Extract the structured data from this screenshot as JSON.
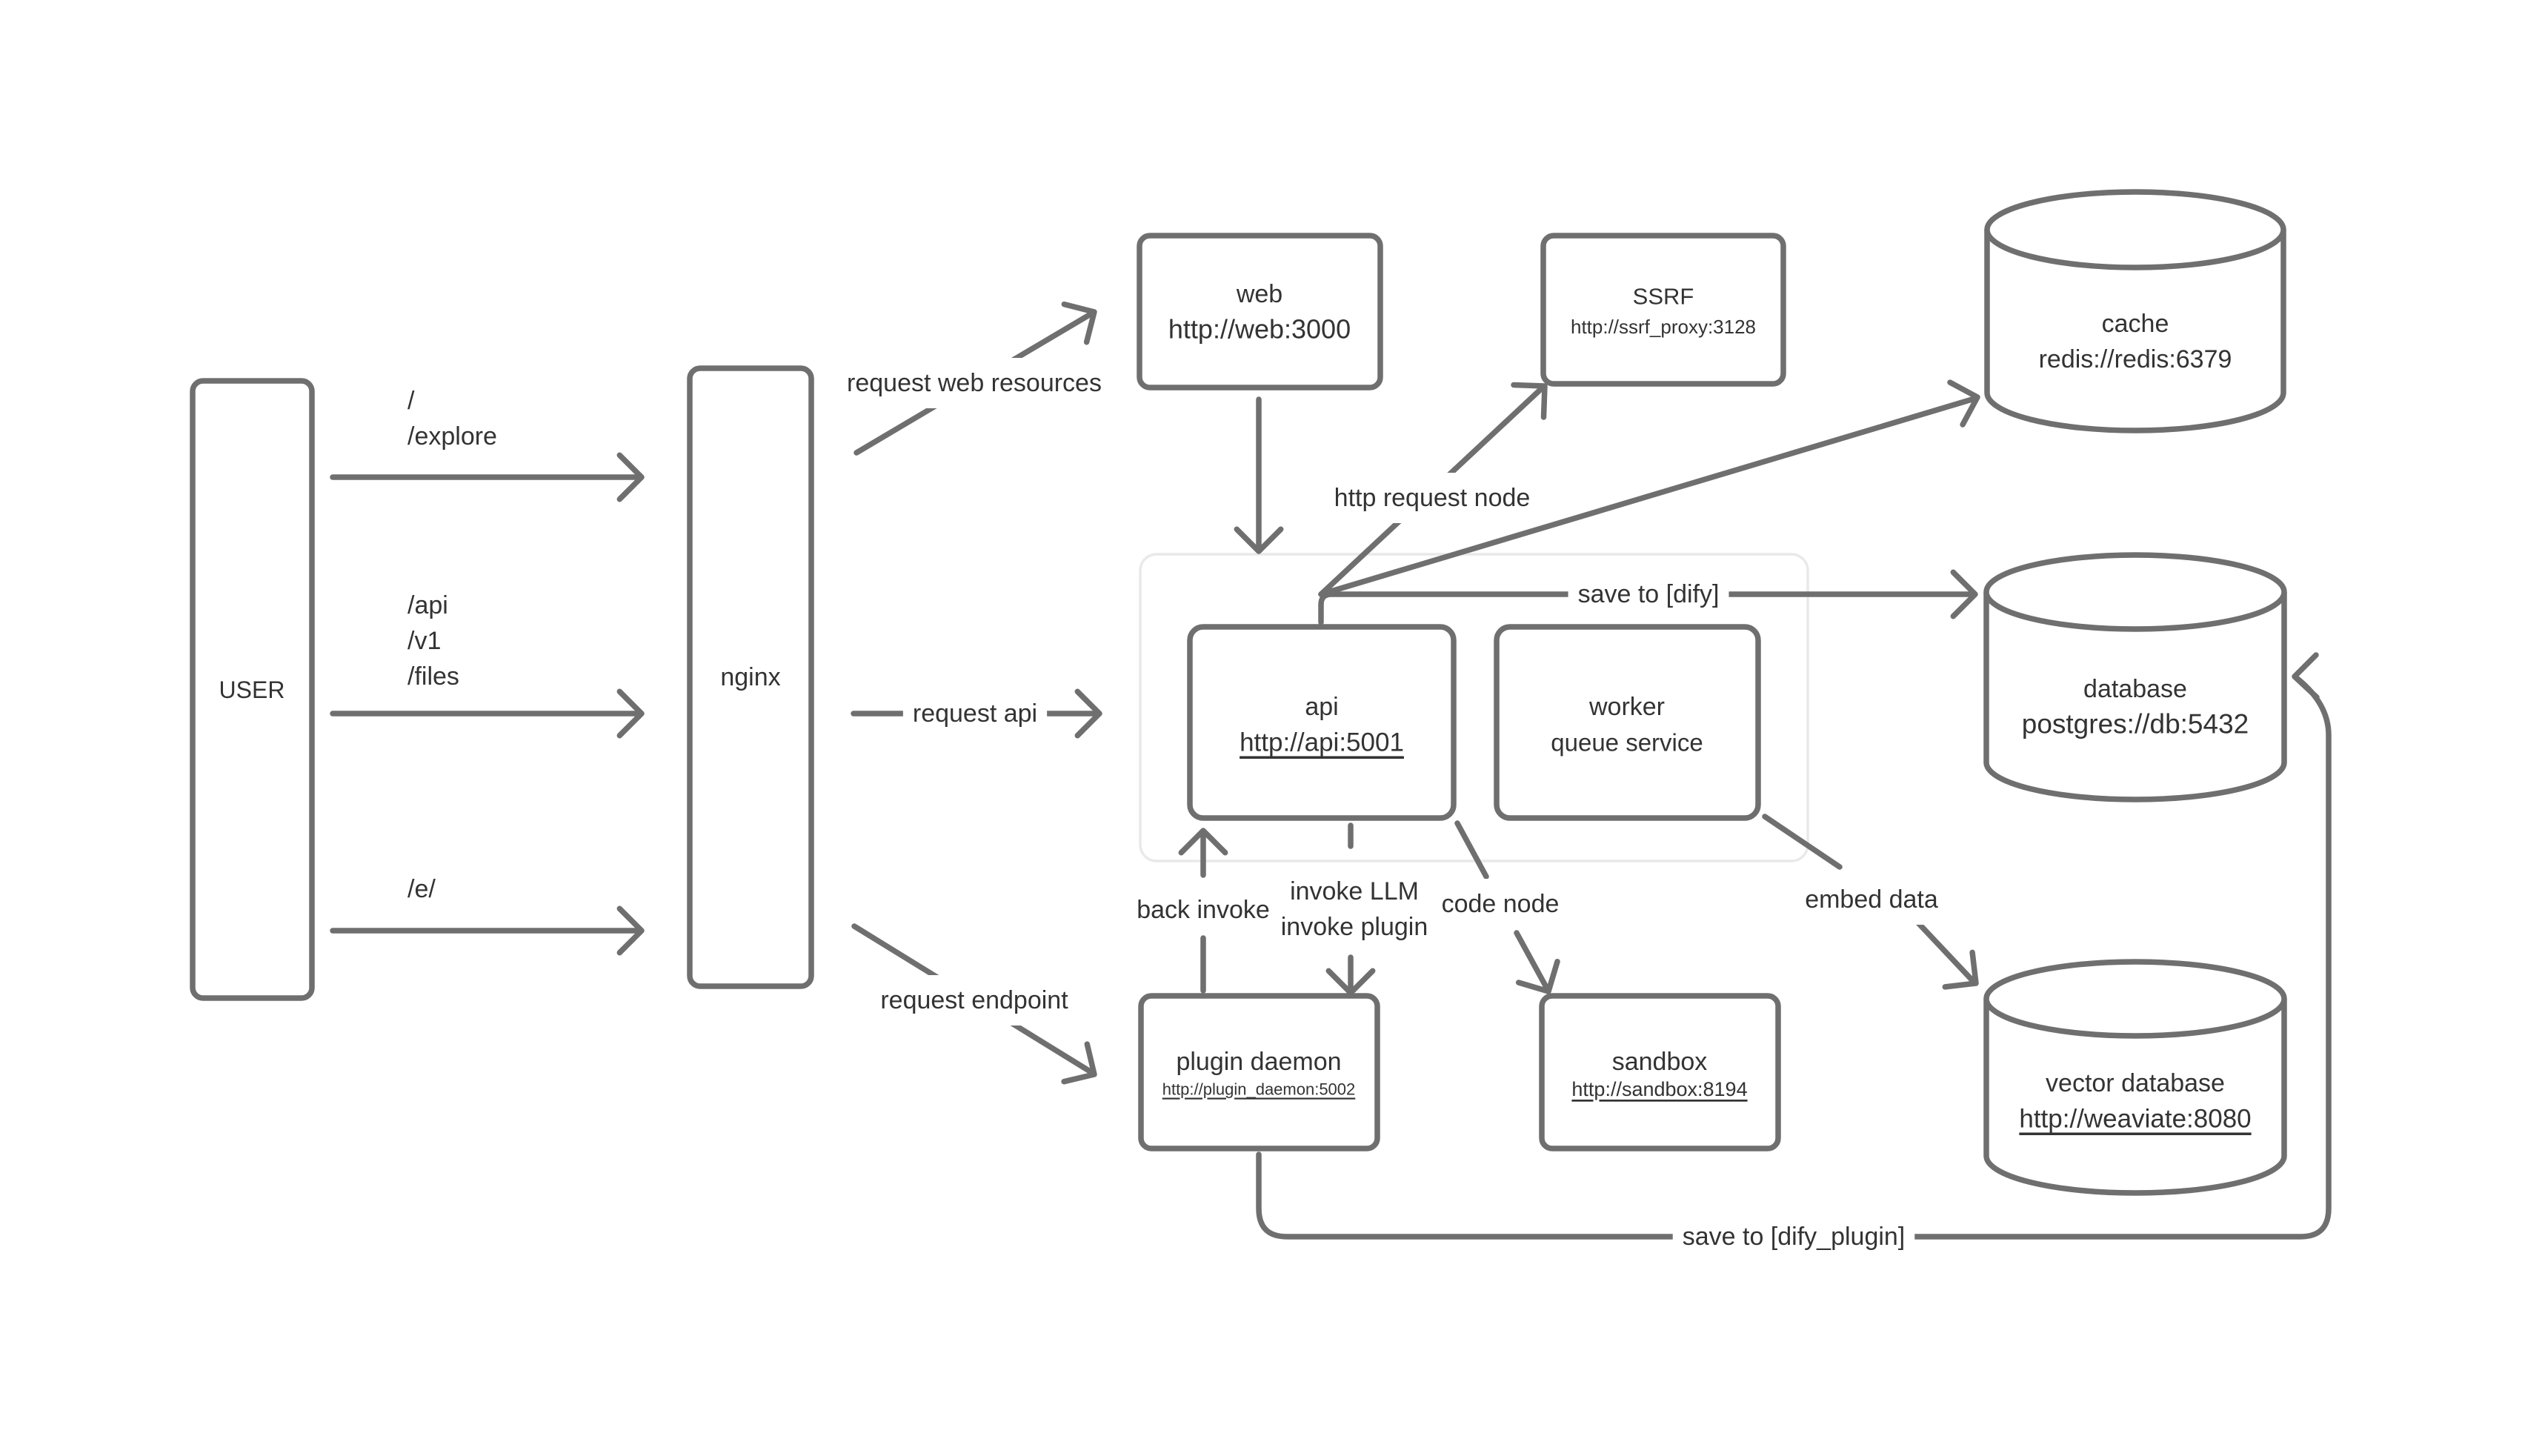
{
  "diagram": {
    "type": "architecture-diagram",
    "background": "#ffffff",
    "colors": {
      "line_stroke": "#6f6f6f",
      "text": "#333333",
      "group_border": "#e9e9e9",
      "node_fill": "#ffffff"
    }
  },
  "nodes": {
    "user": {
      "label": "USER"
    },
    "nginx": {
      "label": "nginx"
    },
    "web": {
      "label": "web",
      "url": "http://web:3000"
    },
    "ssrf": {
      "label": "SSRF",
      "url": "http://ssrf_proxy:3128"
    },
    "api": {
      "label": "api",
      "url": "http://api:5001"
    },
    "worker": {
      "label": "worker",
      "sublabel": "queue service"
    },
    "plugin_daemon": {
      "label": "plugin daemon",
      "url": "http://plugin_daemon:5002"
    },
    "sandbox": {
      "label": "sandbox",
      "url": "http://sandbox:8194"
    },
    "cache": {
      "label": "cache",
      "url": "redis://redis:6379"
    },
    "database": {
      "label": "database",
      "url": "postgres://db:5432"
    },
    "vector_database": {
      "label": "vector database",
      "url": "http://weaviate:8080"
    }
  },
  "edge_labels": {
    "user_nginx_web_path_1": "/",
    "user_nginx_web_path_2": "/explore",
    "user_nginx_api_path_1": "/api",
    "user_nginx_api_path_2": "/v1",
    "user_nginx_api_path_3": "/files",
    "user_nginx_endpoint_path": "/e/",
    "request_web_resources": "request web resources",
    "request_api": "request api",
    "request_endpoint": "request endpoint",
    "http_request_node": "http request node",
    "save_to_dify": "save to [dify]",
    "back_invoke": "back invoke",
    "invoke_llm": "invoke LLM",
    "invoke_plugin": "invoke plugin",
    "code_node": "code node",
    "embed_data": "embed data",
    "save_to_dify_plugin": "save to [dify_plugin]"
  }
}
